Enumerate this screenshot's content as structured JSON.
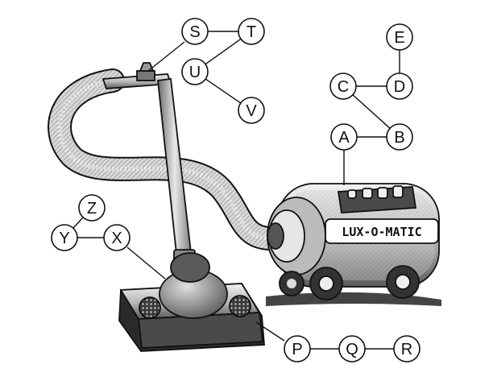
{
  "illustration": {
    "brand_text": "LUX-O-MATIC",
    "colors": {
      "ink": "#111111",
      "paper": "#ffffff",
      "mid_gray": "#9a9a9a",
      "dark_gray": "#555555"
    }
  },
  "nodes": [
    {
      "id": "S",
      "label": "S"
    },
    {
      "id": "T",
      "label": "T"
    },
    {
      "id": "U",
      "label": "U"
    },
    {
      "id": "V",
      "label": "V"
    },
    {
      "id": "E",
      "label": "E"
    },
    {
      "id": "C",
      "label": "C"
    },
    {
      "id": "D",
      "label": "D"
    },
    {
      "id": "A",
      "label": "A"
    },
    {
      "id": "B",
      "label": "B"
    },
    {
      "id": "Z",
      "label": "Z"
    },
    {
      "id": "Y",
      "label": "Y"
    },
    {
      "id": "X",
      "label": "X"
    },
    {
      "id": "P",
      "label": "P"
    },
    {
      "id": "Q",
      "label": "Q"
    },
    {
      "id": "R",
      "label": "R"
    }
  ],
  "edges": [
    [
      "S",
      "T"
    ],
    [
      "T",
      "U"
    ],
    [
      "U",
      "V"
    ],
    [
      "E",
      "D"
    ],
    [
      "C",
      "D"
    ],
    [
      "C",
      "B"
    ],
    [
      "A",
      "B"
    ],
    [
      "Z",
      "Y"
    ],
    [
      "Y",
      "X"
    ],
    [
      "P",
      "Q"
    ],
    [
      "Q",
      "R"
    ]
  ],
  "leaders": [
    {
      "from": "S",
      "target": "handle-grip"
    },
    {
      "from": "A",
      "target": "canister"
    },
    {
      "from": "X",
      "target": "nozzle-dome"
    },
    {
      "from": "P",
      "target": "floor-head"
    }
  ]
}
